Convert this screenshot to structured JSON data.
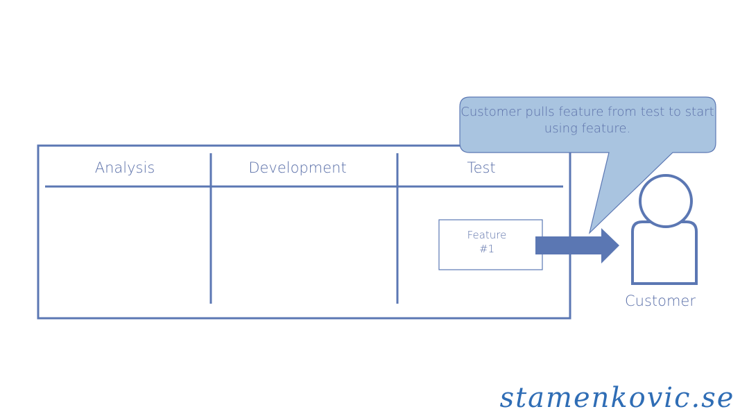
{
  "board": {
    "columns": [
      "Analysis",
      "Development",
      "Test"
    ],
    "card": {
      "line1": "Feature",
      "line2": "#1"
    }
  },
  "callout": {
    "line1": "Customer pulls feature from test to start",
    "line2": "using feature."
  },
  "customer": {
    "label": "Customer"
  },
  "logo": {
    "text": "stamenkovic.se"
  },
  "colors": {
    "stroke": "#5b77b3",
    "callout_fill": "#a9c4e0",
    "logo": "#2f6db5"
  }
}
